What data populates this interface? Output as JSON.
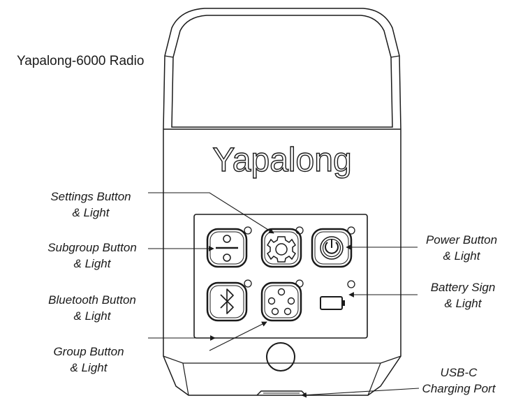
{
  "title": "Yapalong-6000 Radio",
  "brand": "Yapalong",
  "callouts": {
    "settings": {
      "line1": "Settings Button",
      "line2": "& Light"
    },
    "subgroup": {
      "line1": "Subgroup Button",
      "line2": "& Light"
    },
    "bluetooth": {
      "line1": "Bluetooth Button",
      "line2": "& Light"
    },
    "group": {
      "line1": "Group Button",
      "line2": "& Light"
    },
    "power": {
      "line1": "Power Button",
      "line2": "& Light"
    },
    "battery": {
      "line1": "Battery Sign",
      "line2": "& Light"
    },
    "usbc": {
      "line1": "USB-C",
      "line2": "Charging Port"
    }
  },
  "icons": {
    "subgroup": "subgroup-icon",
    "settings": "gear-icon",
    "power": "power-icon",
    "bluetooth": "bluetooth-icon",
    "group": "group-dots-icon",
    "battery": "battery-icon"
  }
}
